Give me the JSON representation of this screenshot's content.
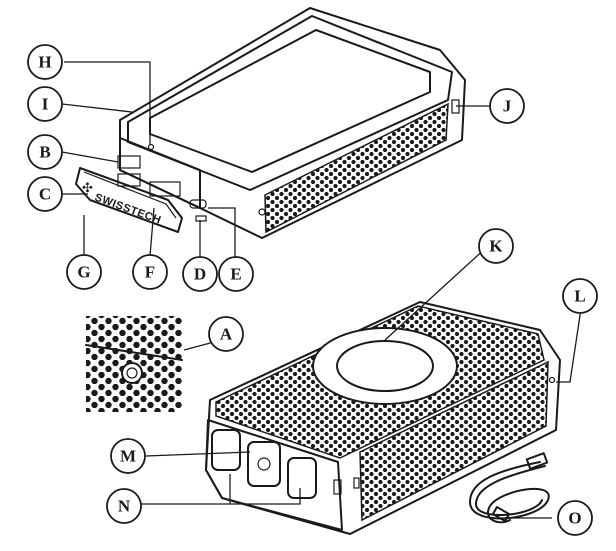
{
  "callouts": {
    "A": "A",
    "B": "B",
    "C": "C",
    "D": "D",
    "E": "E",
    "F": "F",
    "G": "G",
    "H": "H",
    "I": "I",
    "J": "J",
    "K": "K",
    "L": "L",
    "M": "M",
    "N": "N",
    "O": "O"
  },
  "cover_brand": "SWISSTECH",
  "colors": {
    "line": "#1a1a1a",
    "background": "#ffffff"
  },
  "icons": {
    "brand_logo": "cross-star-logo",
    "cable": "usb-cable"
  }
}
